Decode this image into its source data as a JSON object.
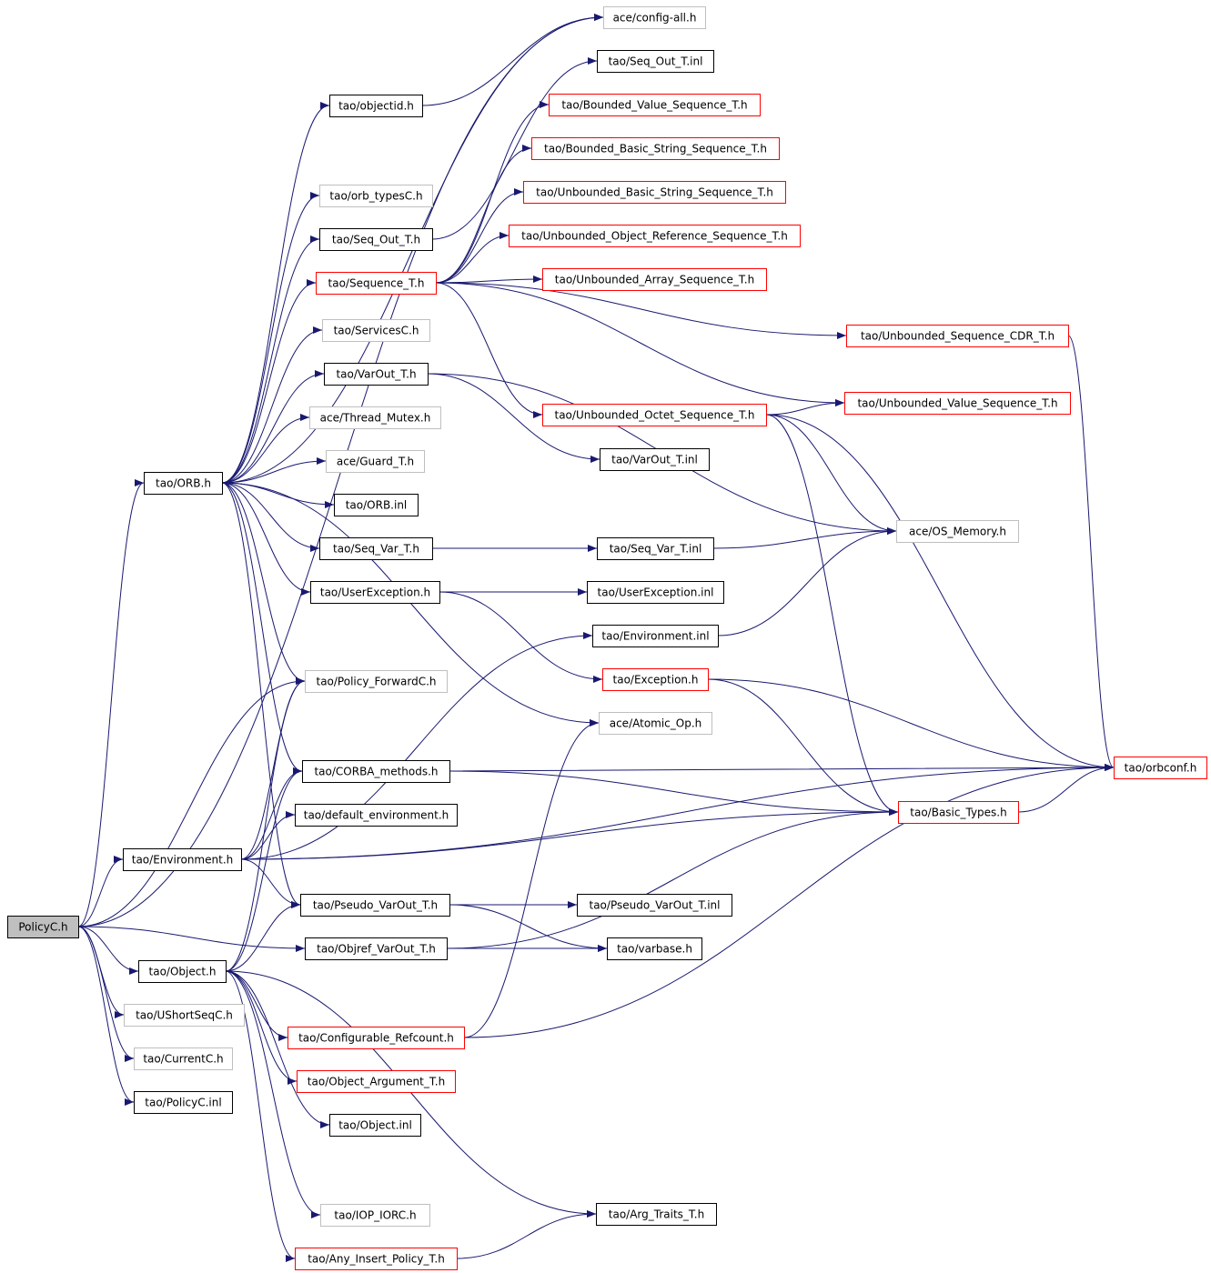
{
  "colors": {
    "edge": "#191970",
    "border_documented": "#000000",
    "border_undocumented": "#bfbfbf",
    "border_truncated": "#ff0000",
    "root_fill": "#bfbfbf",
    "node_fill": "#ffffff"
  },
  "nodes": [
    {
      "id": "policyc_h",
      "label": "PolicyC.h",
      "kind": "root"
    },
    {
      "id": "ace_config_all_h",
      "label": "ace/config-all.h",
      "kind": "undocumented"
    },
    {
      "id": "tao_objectid_h",
      "label": "tao/objectid.h",
      "kind": "documented"
    },
    {
      "id": "tao_seq_out_t_inl",
      "label": "tao/Seq_Out_T.inl",
      "kind": "documented"
    },
    {
      "id": "tao_bounded_value_sequence_t_h",
      "label": "tao/Bounded_Value_Sequence_T.h",
      "kind": "truncated"
    },
    {
      "id": "tao_bounded_basic_string_sequence_t_h",
      "label": "tao/Bounded_Basic_String_Sequence_T.h",
      "kind": "truncated"
    },
    {
      "id": "tao_orb_typesc_h",
      "label": "tao/orb_typesC.h",
      "kind": "undocumented"
    },
    {
      "id": "tao_unbounded_basic_string_sequence_t_h",
      "label": "tao/Unbounded_Basic_String_Sequence_T.h",
      "kind": "truncated"
    },
    {
      "id": "tao_seq_out_t_h",
      "label": "tao/Seq_Out_T.h",
      "kind": "documented"
    },
    {
      "id": "tao_unbounded_object_reference_sequence_t_h",
      "label": "tao/Unbounded_Object_Reference_Sequence_T.h",
      "kind": "truncated"
    },
    {
      "id": "tao_sequence_t_h",
      "label": "tao/Sequence_T.h",
      "kind": "truncated"
    },
    {
      "id": "tao_unbounded_array_sequence_t_h",
      "label": "tao/Unbounded_Array_Sequence_T.h",
      "kind": "truncated"
    },
    {
      "id": "tao_servicesc_h",
      "label": "tao/ServicesC.h",
      "kind": "undocumented"
    },
    {
      "id": "tao_unbounded_sequence_cdr_t_h",
      "label": "tao/Unbounded_Sequence_CDR_T.h",
      "kind": "truncated"
    },
    {
      "id": "tao_varout_t_h",
      "label": "tao/VarOut_T.h",
      "kind": "documented"
    },
    {
      "id": "tao_unbounded_octet_sequence_t_h",
      "label": "tao/Unbounded_Octet_Sequence_T.h",
      "kind": "truncated"
    },
    {
      "id": "tao_unbounded_value_sequence_t_h",
      "label": "tao/Unbounded_Value_Sequence_T.h",
      "kind": "truncated"
    },
    {
      "id": "ace_thread_mutex_h",
      "label": "ace/Thread_Mutex.h",
      "kind": "undocumented"
    },
    {
      "id": "ace_guard_t_h",
      "label": "ace/Guard_T.h",
      "kind": "undocumented"
    },
    {
      "id": "tao_varout_t_inl",
      "label": "tao/VarOut_T.inl",
      "kind": "documented"
    },
    {
      "id": "tao_orb_h",
      "label": "tao/ORB.h",
      "kind": "documented"
    },
    {
      "id": "tao_orb_inl",
      "label": "tao/ORB.inl",
      "kind": "documented"
    },
    {
      "id": "ace_os_memory_h",
      "label": "ace/OS_Memory.h",
      "kind": "undocumented"
    },
    {
      "id": "tao_seq_var_t_h",
      "label": "tao/Seq_Var_T.h",
      "kind": "documented"
    },
    {
      "id": "tao_seq_var_t_inl",
      "label": "tao/Seq_Var_T.inl",
      "kind": "documented"
    },
    {
      "id": "tao_userexception_h",
      "label": "tao/UserException.h",
      "kind": "documented"
    },
    {
      "id": "tao_userexception_inl",
      "label": "tao/UserException.inl",
      "kind": "documented"
    },
    {
      "id": "tao_environment_inl",
      "label": "tao/Environment.inl",
      "kind": "documented"
    },
    {
      "id": "tao_exception_h",
      "label": "tao/Exception.h",
      "kind": "truncated"
    },
    {
      "id": "tao_policy_forwardc_h",
      "label": "tao/Policy_ForwardC.h",
      "kind": "undocumented"
    },
    {
      "id": "ace_atomic_op_h",
      "label": "ace/Atomic_Op.h",
      "kind": "undocumented"
    },
    {
      "id": "tao_orbconf_h",
      "label": "tao/orbconf.h",
      "kind": "truncated"
    },
    {
      "id": "tao_corba_methods_h",
      "label": "tao/CORBA_methods.h",
      "kind": "documented"
    },
    {
      "id": "tao_default_environment_h",
      "label": "tao/default_environment.h",
      "kind": "documented"
    },
    {
      "id": "tao_basic_types_h",
      "label": "tao/Basic_Types.h",
      "kind": "truncated"
    },
    {
      "id": "tao_environment_h",
      "label": "tao/Environment.h",
      "kind": "documented"
    },
    {
      "id": "tao_pseudo_varout_t_h",
      "label": "tao/Pseudo_VarOut_T.h",
      "kind": "documented"
    },
    {
      "id": "tao_pseudo_varout_t_inl",
      "label": "tao/Pseudo_VarOut_T.inl",
      "kind": "documented"
    },
    {
      "id": "tao_objref_varout_t_h",
      "label": "tao/Objref_VarOut_T.h",
      "kind": "documented"
    },
    {
      "id": "tao_varbase_h",
      "label": "tao/varbase.h",
      "kind": "documented"
    },
    {
      "id": "tao_object_h",
      "label": "tao/Object.h",
      "kind": "documented"
    },
    {
      "id": "tao_ushortseqc_h",
      "label": "tao/UShortSeqC.h",
      "kind": "undocumented"
    },
    {
      "id": "tao_configurable_refcount_h",
      "label": "tao/Configurable_Refcount.h",
      "kind": "truncated"
    },
    {
      "id": "tao_currentc_h",
      "label": "tao/CurrentC.h",
      "kind": "undocumented"
    },
    {
      "id": "tao_object_argument_t_h",
      "label": "tao/Object_Argument_T.h",
      "kind": "truncated"
    },
    {
      "id": "tao_policyc_inl",
      "label": "tao/PolicyC.inl",
      "kind": "documented"
    },
    {
      "id": "tao_object_inl",
      "label": "tao/Object.inl",
      "kind": "documented"
    },
    {
      "id": "tao_iop_iorc_h",
      "label": "tao/IOP_IORC.h",
      "kind": "undocumented"
    },
    {
      "id": "tao_arg_traits_t_h",
      "label": "tao/Arg_Traits_T.h",
      "kind": "documented"
    },
    {
      "id": "tao_any_insert_policy_t_h",
      "label": "tao/Any_Insert_Policy_T.h",
      "kind": "truncated"
    }
  ],
  "edges": [
    [
      "policyc_h",
      "ace_config_all_h"
    ],
    [
      "policyc_h",
      "tao_orb_h"
    ],
    [
      "policyc_h",
      "tao_policy_forwardc_h"
    ],
    [
      "policyc_h",
      "tao_environment_h"
    ],
    [
      "policyc_h",
      "tao_objref_varout_t_h"
    ],
    [
      "policyc_h",
      "tao_object_h"
    ],
    [
      "policyc_h",
      "tao_ushortseqc_h"
    ],
    [
      "policyc_h",
      "tao_currentc_h"
    ],
    [
      "policyc_h",
      "tao_policyc_inl"
    ],
    [
      "tao_objectid_h",
      "ace_config_all_h"
    ],
    [
      "tao_orb_h",
      "ace_config_all_h"
    ],
    [
      "tao_orb_h",
      "tao_objectid_h"
    ],
    [
      "tao_orb_h",
      "tao_orb_typesc_h"
    ],
    [
      "tao_orb_h",
      "tao_seq_out_t_h"
    ],
    [
      "tao_orb_h",
      "tao_sequence_t_h"
    ],
    [
      "tao_orb_h",
      "tao_servicesc_h"
    ],
    [
      "tao_orb_h",
      "tao_varout_t_h"
    ],
    [
      "tao_orb_h",
      "ace_thread_mutex_h"
    ],
    [
      "tao_orb_h",
      "ace_guard_t_h"
    ],
    [
      "tao_orb_h",
      "tao_orb_inl"
    ],
    [
      "tao_orb_h",
      "tao_seq_var_t_h"
    ],
    [
      "tao_orb_h",
      "tao_userexception_h"
    ],
    [
      "tao_orb_h",
      "tao_policy_forwardc_h"
    ],
    [
      "tao_orb_h",
      "ace_atomic_op_h"
    ],
    [
      "tao_orb_h",
      "tao_corba_methods_h"
    ],
    [
      "tao_orb_h",
      "tao_pseudo_varout_t_h"
    ],
    [
      "tao_seq_out_t_h",
      "tao_seq_out_t_inl"
    ],
    [
      "tao_sequence_t_h",
      "tao_bounded_value_sequence_t_h"
    ],
    [
      "tao_sequence_t_h",
      "tao_bounded_basic_string_sequence_t_h"
    ],
    [
      "tao_sequence_t_h",
      "tao_unbounded_basic_string_sequence_t_h"
    ],
    [
      "tao_sequence_t_h",
      "tao_unbounded_object_reference_sequence_t_h"
    ],
    [
      "tao_sequence_t_h",
      "tao_unbounded_array_sequence_t_h"
    ],
    [
      "tao_sequence_t_h",
      "tao_unbounded_sequence_cdr_t_h"
    ],
    [
      "tao_sequence_t_h",
      "tao_unbounded_value_sequence_t_h"
    ],
    [
      "tao_sequence_t_h",
      "tao_unbounded_octet_sequence_t_h"
    ],
    [
      "tao_unbounded_octet_sequence_t_h",
      "tao_unbounded_value_sequence_t_h"
    ],
    [
      "tao_unbounded_octet_sequence_t_h",
      "ace_os_memory_h"
    ],
    [
      "tao_unbounded_octet_sequence_t_h",
      "tao_basic_types_h"
    ],
    [
      "tao_unbounded_octet_sequence_t_h",
      "tao_orbconf_h"
    ],
    [
      "tao_unbounded_sequence_cdr_t_h",
      "tao_orbconf_h"
    ],
    [
      "tao_varout_t_h",
      "tao_varout_t_inl"
    ],
    [
      "tao_varout_t_h",
      "ace_os_memory_h"
    ],
    [
      "tao_seq_var_t_h",
      "tao_seq_var_t_inl"
    ],
    [
      "tao_seq_var_t_inl",
      "ace_os_memory_h"
    ],
    [
      "tao_userexception_h",
      "tao_userexception_inl"
    ],
    [
      "tao_userexception_h",
      "tao_exception_h"
    ],
    [
      "tao_environment_inl",
      "ace_os_memory_h"
    ],
    [
      "tao_exception_h",
      "tao_basic_types_h"
    ],
    [
      "tao_exception_h",
      "tao_orbconf_h"
    ],
    [
      "tao_corba_methods_h",
      "tao_orbconf_h"
    ],
    [
      "tao_corba_methods_h",
      "tao_basic_types_h"
    ],
    [
      "tao_basic_types_h",
      "tao_orbconf_h"
    ],
    [
      "tao_environment_h",
      "tao_policy_forwardc_h"
    ],
    [
      "tao_environment_h",
      "tao_corba_methods_h"
    ],
    [
      "tao_environment_h",
      "tao_default_environment_h"
    ],
    [
      "tao_environment_h",
      "tao_basic_types_h"
    ],
    [
      "tao_environment_h",
      "tao_pseudo_varout_t_h"
    ],
    [
      "tao_environment_h",
      "tao_environment_inl"
    ],
    [
      "tao_environment_h",
      "tao_orbconf_h"
    ],
    [
      "tao_pseudo_varout_t_h",
      "tao_pseudo_varout_t_inl"
    ],
    [
      "tao_pseudo_varout_t_h",
      "tao_varbase_h"
    ],
    [
      "tao_objref_varout_t_h",
      "tao_varbase_h"
    ],
    [
      "tao_objref_varout_t_h",
      "tao_basic_types_h"
    ],
    [
      "tao_object_h",
      "tao_policy_forwardc_h"
    ],
    [
      "tao_object_h",
      "tao_corba_methods_h"
    ],
    [
      "tao_object_h",
      "tao_pseudo_varout_t_h"
    ],
    [
      "tao_object_h",
      "tao_configurable_refcount_h"
    ],
    [
      "tao_object_h",
      "tao_object_argument_t_h"
    ],
    [
      "tao_object_h",
      "tao_object_inl"
    ],
    [
      "tao_object_h",
      "tao_iop_iorc_h"
    ],
    [
      "tao_object_h",
      "tao_arg_traits_t_h"
    ],
    [
      "tao_object_h",
      "tao_any_insert_policy_t_h"
    ],
    [
      "tao_configurable_refcount_h",
      "ace_atomic_op_h"
    ],
    [
      "tao_configurable_refcount_h",
      "tao_orbconf_h"
    ],
    [
      "tao_any_insert_policy_t_h",
      "tao_arg_traits_t_h"
    ]
  ]
}
